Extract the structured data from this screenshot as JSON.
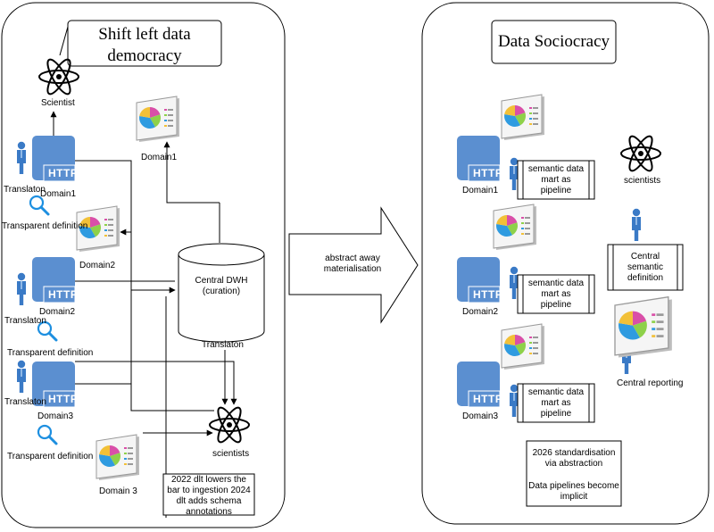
{
  "left": {
    "title": "Shift left data democracy",
    "scientist_top": "Scientist",
    "domain1": "Domain1",
    "domain1_dash": "Domain1",
    "domain2_http": "Domain2",
    "domain2_dash": "Domain2",
    "domain3_http": "Domain3",
    "domain3_dash": "Domain 3",
    "translator": "Translaton",
    "transparent_definition": "Transparent definition",
    "central_dwh": "Central DWH (curation)",
    "dwh_translator": "Translaton",
    "scientists": "scientists",
    "note": "2022 dlt lowers the bar to ingestion 2024 dlt adds schema annotations"
  },
  "arrow_label": "abstract away materialisation",
  "right": {
    "title": "Data Sociocracy",
    "domain1": "Domain1",
    "domain2": "Domain2",
    "domain3": "Domain3",
    "semantic_mart": "semantic data mart as pipeline",
    "scientists": "scientists",
    "central_semantic": "Central semantic definition",
    "central_reporting": "Central reporting",
    "note_line1": "2026 standardisation via abstraction",
    "note_line2": "Data pipelines become implicit"
  },
  "http_label": "HTTP",
  "icons": [
    "atom-icon",
    "http-server-icon",
    "user-icon",
    "search-icon",
    "dashboard-icon",
    "database-icon"
  ],
  "colors": {
    "http_blue": "#5b8fd0",
    "user_blue": "#3a7ac6",
    "search_blue": "#1d8fe0"
  }
}
